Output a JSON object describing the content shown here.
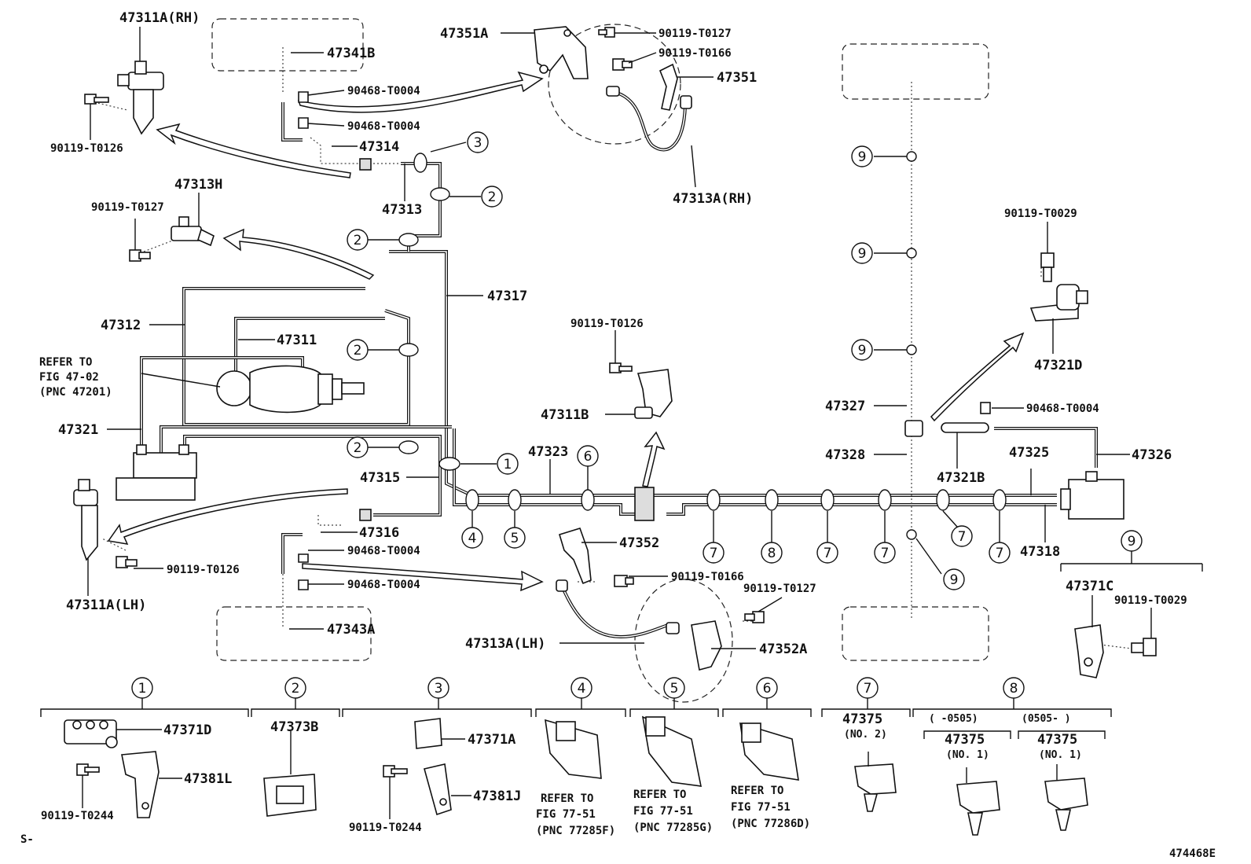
{
  "labels": {
    "p47311A_RH": "47311A(RH)",
    "p47341B": "47341B",
    "p90468_T0004_a": "90468-T0004",
    "p90468_T0004_b": "90468-T0004",
    "p90119_T0126_a": "90119-T0126",
    "p47314": "47314",
    "p47313H": "47313H",
    "p90119_T0127_a": "90119-T0127",
    "p47313": "47313",
    "p47312": "47312",
    "p47311": "47311",
    "refer_to": "REFER TO",
    "fig_47_02": "FIG 47-02",
    "pnc_47201": "(PNC 47201)",
    "p47321": "47321",
    "p47315": "47315",
    "p47316": "47316",
    "p90468_T0004_c": "90468-T0004",
    "p90468_T0004_d": "90468-T0004",
    "p90119_T0126_b": "90119-T0126",
    "p47311A_LH": "47311A(LH)",
    "p47343A": "47343A",
    "p47351A": "47351A",
    "p90119_T0127_b": "90119-T0127",
    "p90119_T0166_a": "90119-T0166",
    "p47351": "47351",
    "p47313A_RH": "47313A(RH)",
    "p47317": "47317",
    "p90119_T0126_c": "90119-T0126",
    "p47311B": "47311B",
    "p47323": "47323",
    "p47352": "47352",
    "p90119_T0166_b": "90119-T0166",
    "p90119_T0127_c": "90119-T0127",
    "p47313A_LH": "47313A(LH)",
    "p47352A": "47352A",
    "p90119_T0029_a": "90119-T0029",
    "p47321D": "47321D",
    "p47327": "47327",
    "p90468_T0004_e": "90468-T0004",
    "p47328": "47328",
    "p47321B": "47321B",
    "p47325": "47325",
    "p47326": "47326",
    "p47318": "47318",
    "p47371C": "47371C",
    "p90119_T0029_b": "90119-T0029",
    "p47371D": "47371D",
    "p47381L": "47381L",
    "p90119_T0244_a": "90119-T0244",
    "p47373B": "47373B",
    "p47371A": "47371A",
    "p47381J": "47381J",
    "p90119_T0244_b": "90119-T0244",
    "refer_to_4": "REFER TO",
    "fig_77_51_4": "FIG 77-51",
    "pnc_77285F": "(PNC 77285F)",
    "refer_to_5": "REFER TO",
    "fig_77_51_5": "FIG 77-51",
    "pnc_77285G": "(PNC 77285G)",
    "refer_to_6": "REFER TO",
    "fig_77_51_6": "FIG 77-51",
    "pnc_77286D": "(PNC 77286D)",
    "p47375_7": "47375",
    "no2": "(NO. 2)",
    "range_a": "(    -0505)",
    "range_b": "(0505-     )",
    "p47375_8a": "47375",
    "no1_a": "(NO. 1)",
    "p47375_8b": "47375",
    "no1_b": "(NO. 1)",
    "footer_left": "S-",
    "footer_right": "474468E"
  },
  "callouts": {
    "c1": "1",
    "c2": "2",
    "c3": "3",
    "c4": "4",
    "c5": "5",
    "c6": "6",
    "c7": "7",
    "c8": "8",
    "c9": "9"
  }
}
